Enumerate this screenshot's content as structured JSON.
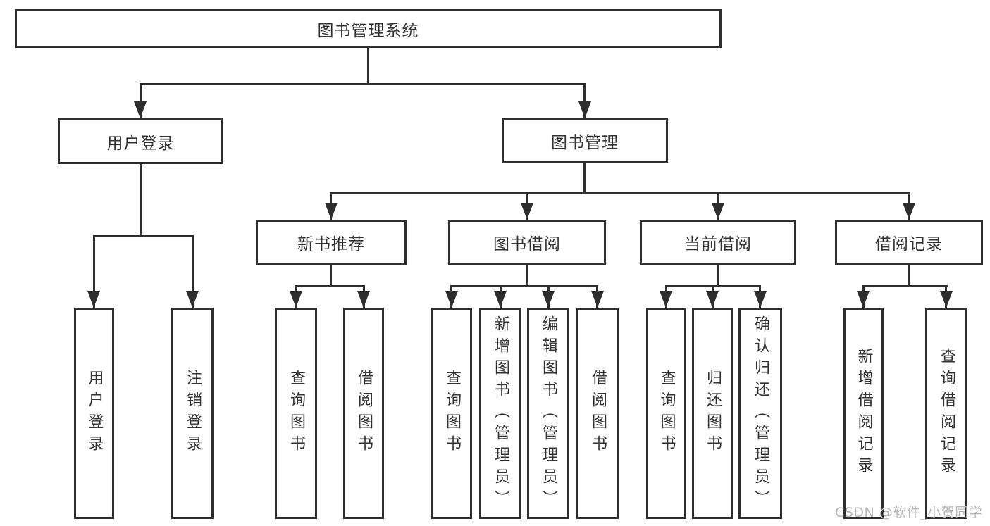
{
  "tree": {
    "root": {
      "label": "图书管理系统",
      "children": [
        {
          "label": "用户登录",
          "children": [
            {
              "label": "用户登录"
            },
            {
              "label": "注销登录"
            }
          ]
        },
        {
          "label": "图书管理",
          "children": [
            {
              "label": "新书推荐",
              "children": [
                {
                  "label": "查询图书"
                },
                {
                  "label": "借阅图书"
                }
              ]
            },
            {
              "label": "图书借阅",
              "children": [
                {
                  "label": "查询图书"
                },
                {
                  "label": "新增图书（管理员）"
                },
                {
                  "label": "编辑图书（管理员）"
                },
                {
                  "label": "借阅图书"
                }
              ]
            },
            {
              "label": "当前借阅",
              "children": [
                {
                  "label": "查询图书"
                },
                {
                  "label": "归还图书"
                },
                {
                  "label": "确认归还（管理员）"
                }
              ]
            },
            {
              "label": "借阅记录",
              "children": [
                {
                  "label": "新增借阅记录"
                },
                {
                  "label": "查询借阅记录"
                }
              ]
            }
          ]
        }
      ]
    }
  },
  "watermark": {
    "text": "CSDN @软件_小贺同学"
  },
  "colors": {
    "line": "#2e2e2e",
    "border": "#2e2e2e",
    "box_fill": "#ffffff",
    "text": "#333333",
    "watermark": "#b7b7b7"
  }
}
